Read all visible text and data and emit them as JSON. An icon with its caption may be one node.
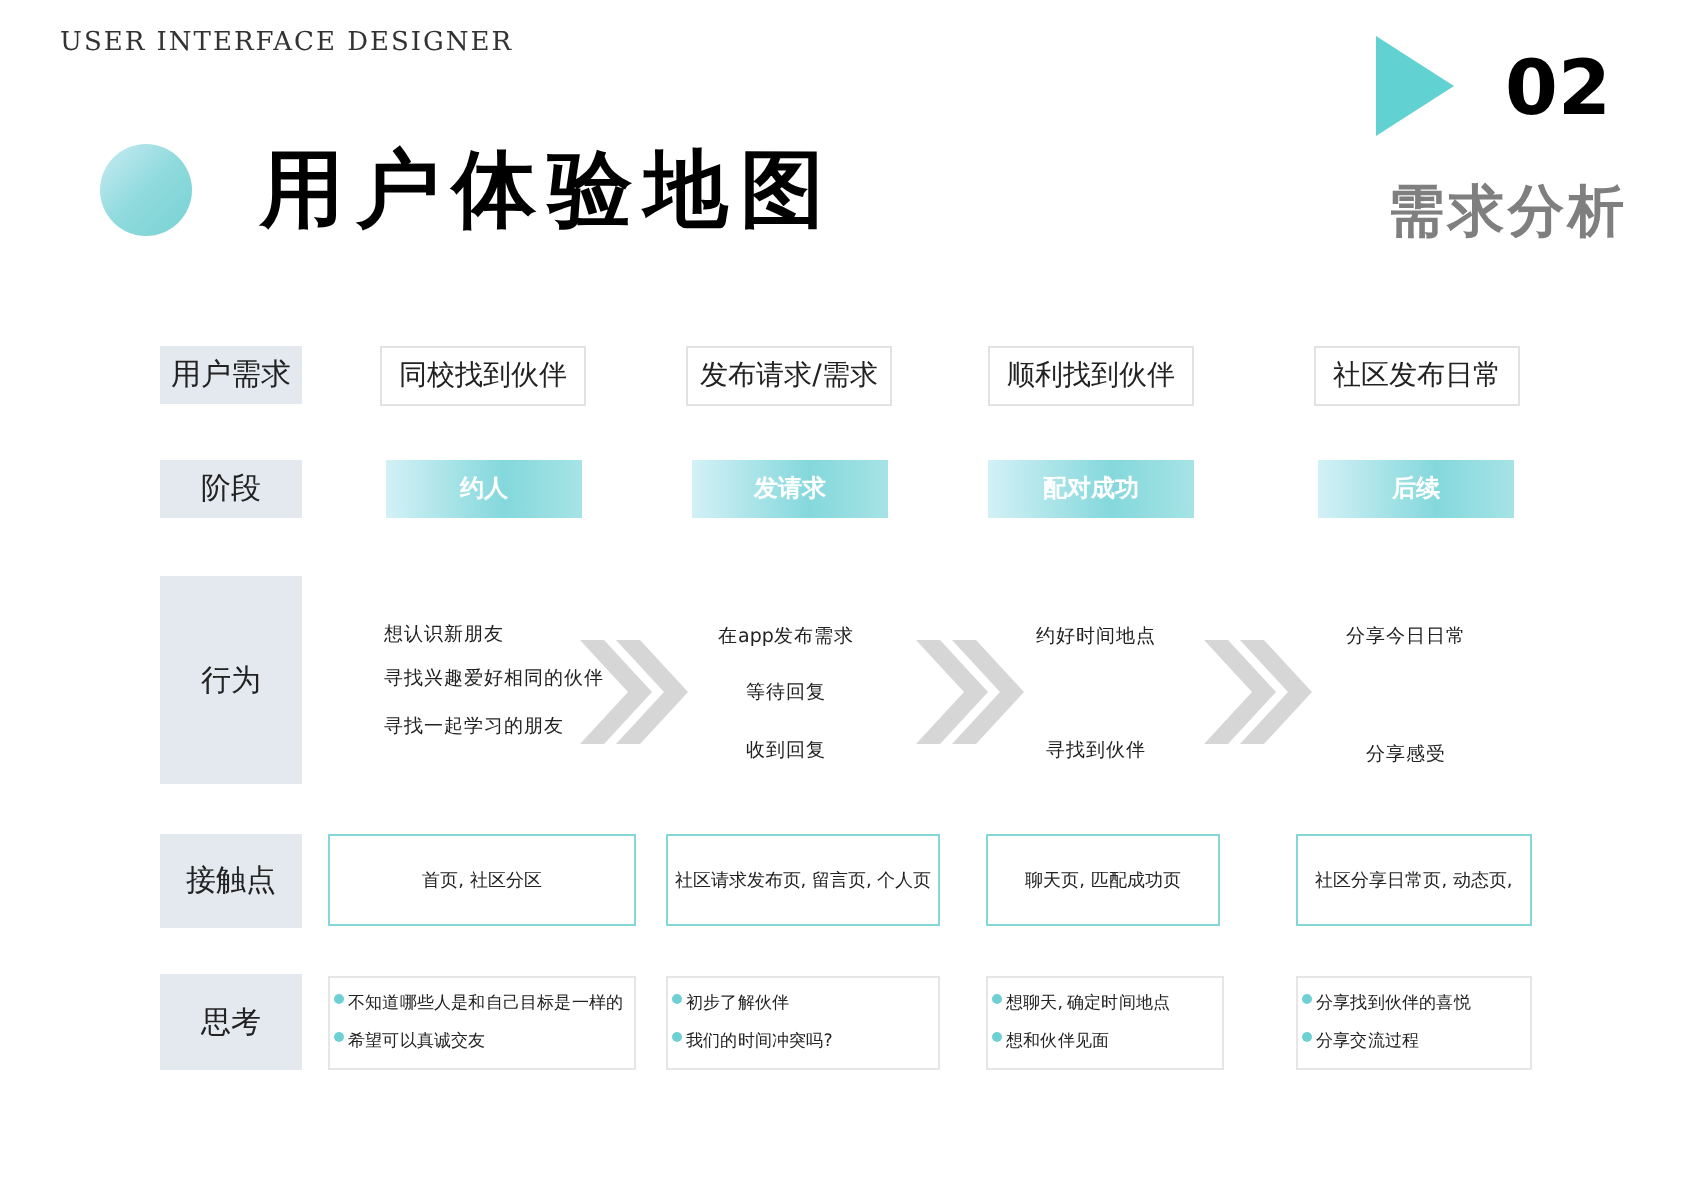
{
  "diagram": {
    "title": "用户体验地图",
    "nodes": [
      {
        "text": [
          "用户需求"
        ]
      },
      {
        "text": [
          "同校找到伙伴"
        ]
      },
      {
        "text": [
          "发布请求/需求"
        ]
      },
      {
        "text": [
          "顺利找到伙伴"
        ]
      },
      {
        "text": [
          "社区发布日常"
        ]
      },
      {
        "text": [
          "阶段"
        ]
      },
      {
        "text": [
          "约人"
        ]
      },
      {
        "text": [
          "发请求"
        ]
      },
      {
        "text": [
          "配对成功"
        ]
      },
      {
        "text": [
          "后续"
        ]
      },
      {
        "text": [
          "行为"
        ]
      },
      {
        "text": [
          "接触点"
        ]
      },
      {
        "text": [
          "首页, 社区分区"
        ]
      },
      {
        "text": [
          "社区请求发布页, 留言页, 个人页"
        ]
      },
      {
        "text": [
          "聊天页, 匹配成功页"
        ]
      },
      {
        "text": [
          "社区分享日常页, 动态页,"
        ]
      },
      {
        "text": [
          "思考"
        ]
      },
      {
        "text": [
          "不知道哪些人是和自己目标是一样的",
          "希望可以真诚交友"
        ]
      },
      {
        "text": [
          "初步了解伙伴",
          "我们的时间冲突吗?"
        ]
      },
      {
        "text": [
          "想聊天, 确定时间地点",
          "想和伙伴见面"
        ]
      },
      {
        "text": [
          "分享找到伙伴的喜悦",
          "分享交流过程"
        ]
      }
    ],
    "labels": [
      "USER INTERFACE DESIGNER",
      "02",
      "需求分析",
      "想认识新朋友",
      "寻找兴趣爱好相同的伙伴",
      "寻找一起学习的朋友",
      "在app发布需求",
      "等待回复",
      "收到回复",
      "约好时间地点",
      "寻找到伙伴",
      "分享今日日常",
      "分享感受"
    ]
  }
}
